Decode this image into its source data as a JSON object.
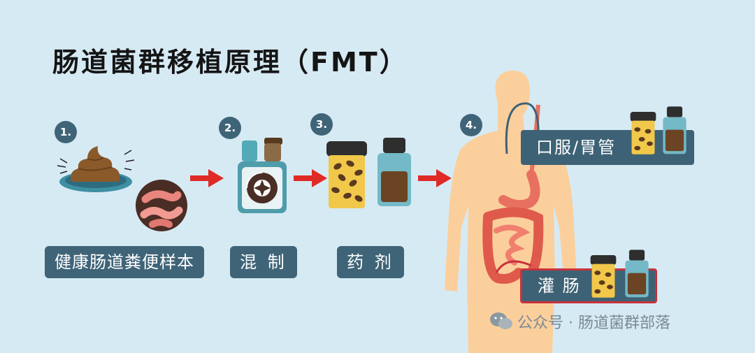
{
  "title": "肠道菌群移植原理（FMT）",
  "steps": [
    {
      "number": "1.",
      "label": "健康肠道粪便样本"
    },
    {
      "number": "2.",
      "label": "混 制"
    },
    {
      "number": "3.",
      "label": "药 剂"
    },
    {
      "number": "4."
    }
  ],
  "routes": {
    "oral": "口服/胃管",
    "enema": "灌 肠"
  },
  "watermark": "公众号 · 肠道菌群部落",
  "colors": {
    "background": "#d6eaf4",
    "label_bg": "#3f6478",
    "arrow": "#e02a25",
    "body": "#fbcf9c",
    "jar_lid": "#2e2e2e",
    "enema_border": "#c8323c"
  },
  "icons": [
    "poop-icon",
    "bacteria-icon",
    "blender-icon",
    "capsule-jar-icon",
    "liquid-bottle-icon",
    "body-icon",
    "digestive-tract-icon",
    "wechat-icon"
  ]
}
